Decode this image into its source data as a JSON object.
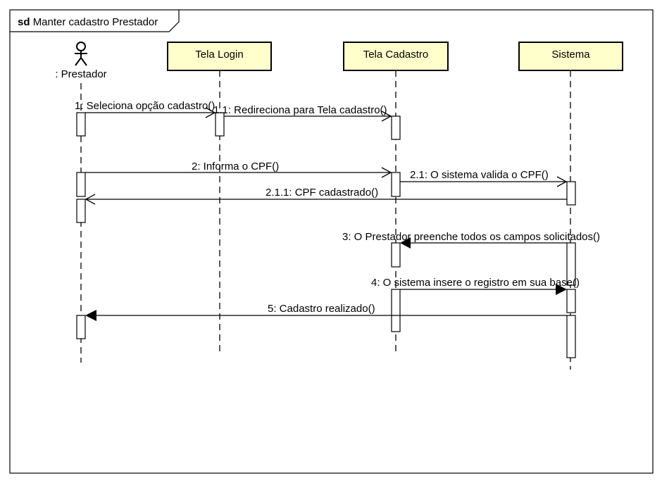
{
  "frame": {
    "keyword": "sd",
    "title": "Manter cadastro Prestador"
  },
  "actor": {
    "label": ": Prestador"
  },
  "lifelines": [
    {
      "id": "tela-login",
      "label": "Tela Login"
    },
    {
      "id": "tela-cadastro",
      "label": "Tela Cadastro"
    },
    {
      "id": "sistema",
      "label": "Sistema"
    }
  ],
  "messages": [
    {
      "label": "1: Seleciona opção cadastro()",
      "arrow": "open"
    },
    {
      "label": "1.1: Redireciona para Tela cadastro()",
      "arrow": "open"
    },
    {
      "label": "2: Informa o CPF()",
      "arrow": "open"
    },
    {
      "label": "2.1: O sistema valida o CPF()",
      "arrow": "open"
    },
    {
      "label": "2.1.1: CPF cadastrado()",
      "arrow": "open"
    },
    {
      "label": "3: O Prestador  preenche todos os campos solicitados()",
      "arrow": "filled"
    },
    {
      "label": "4: O sistema insere o registro em sua base()",
      "arrow": "filled"
    },
    {
      "label": "5: Cadastro realizado()",
      "arrow": "filled"
    }
  ],
  "colors": {
    "object_fill": "#ffffcc",
    "stroke": "#000000",
    "background": "#ffffff"
  }
}
